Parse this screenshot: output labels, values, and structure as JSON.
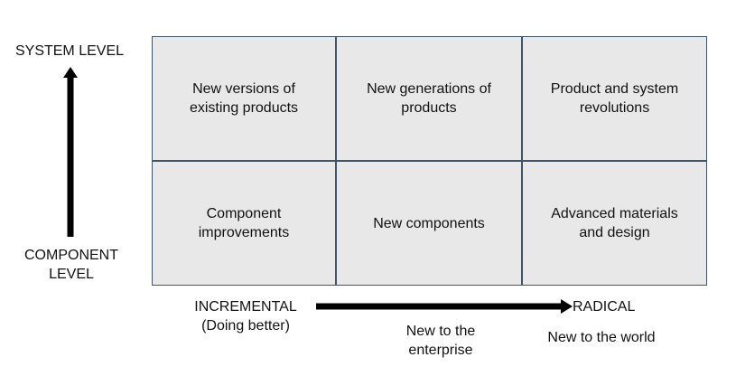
{
  "axes": {
    "y_top": "SYSTEM LEVEL",
    "y_bottom": "COMPONENT\nLEVEL",
    "x_left": "INCREMENTAL\n(Doing better)",
    "x_right": "RADICAL",
    "x_mid_note": "New to the\nenterprise",
    "x_right_note": "New to the world"
  },
  "grid": {
    "top_row": [
      "New versions of\nexisting products",
      "New generations of\nproducts",
      "Product and system\nrevolutions"
    ],
    "bottom_row": [
      "Component\nimprovements",
      "New components",
      "Advanced materials\nand design"
    ]
  },
  "colors": {
    "cell_fill": "#e8e8e8",
    "cell_border": "#3f5468",
    "arrow": "#000000"
  }
}
